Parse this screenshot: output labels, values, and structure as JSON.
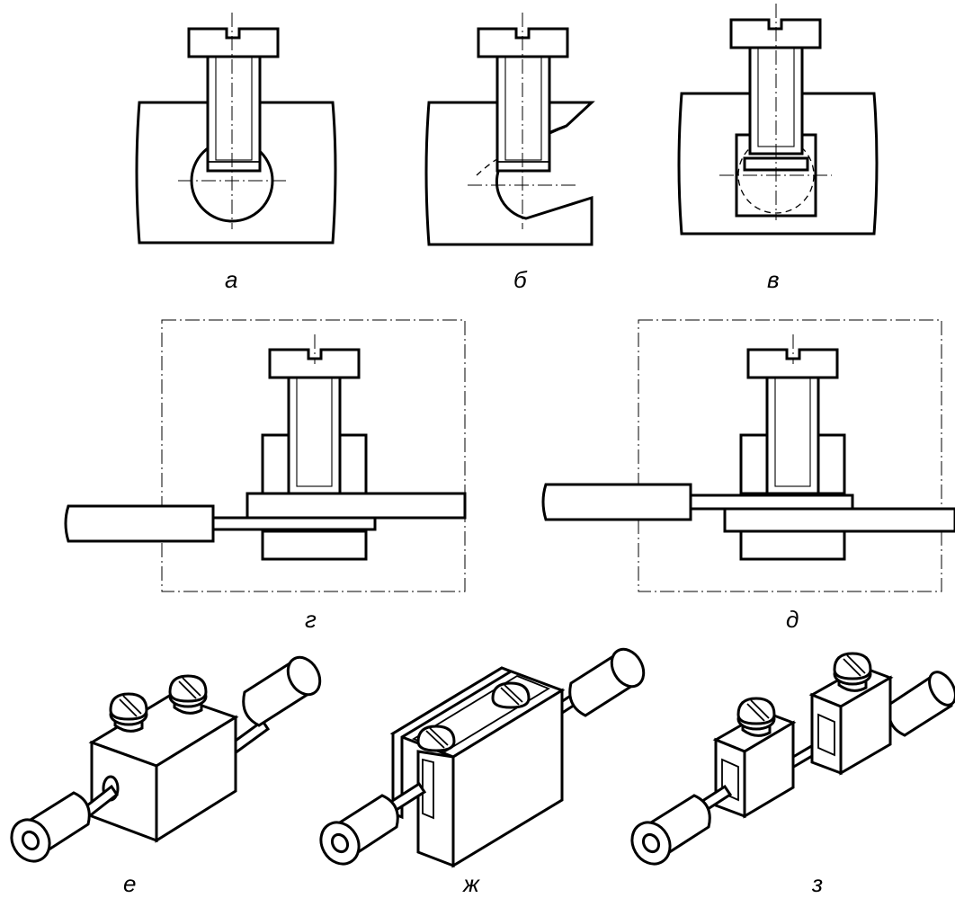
{
  "figure": {
    "panels": [
      {
        "id": "a",
        "label": "а"
      },
      {
        "id": "b",
        "label": "б"
      },
      {
        "id": "v",
        "label": "в"
      },
      {
        "id": "g",
        "label": "г"
      },
      {
        "id": "d",
        "label": "д"
      },
      {
        "id": "e",
        "label": "е"
      },
      {
        "id": "zh",
        "label": "ж"
      },
      {
        "id": "z",
        "label": "з"
      }
    ]
  },
  "colors": {
    "ink": "#000000",
    "paper": "#ffffff"
  }
}
